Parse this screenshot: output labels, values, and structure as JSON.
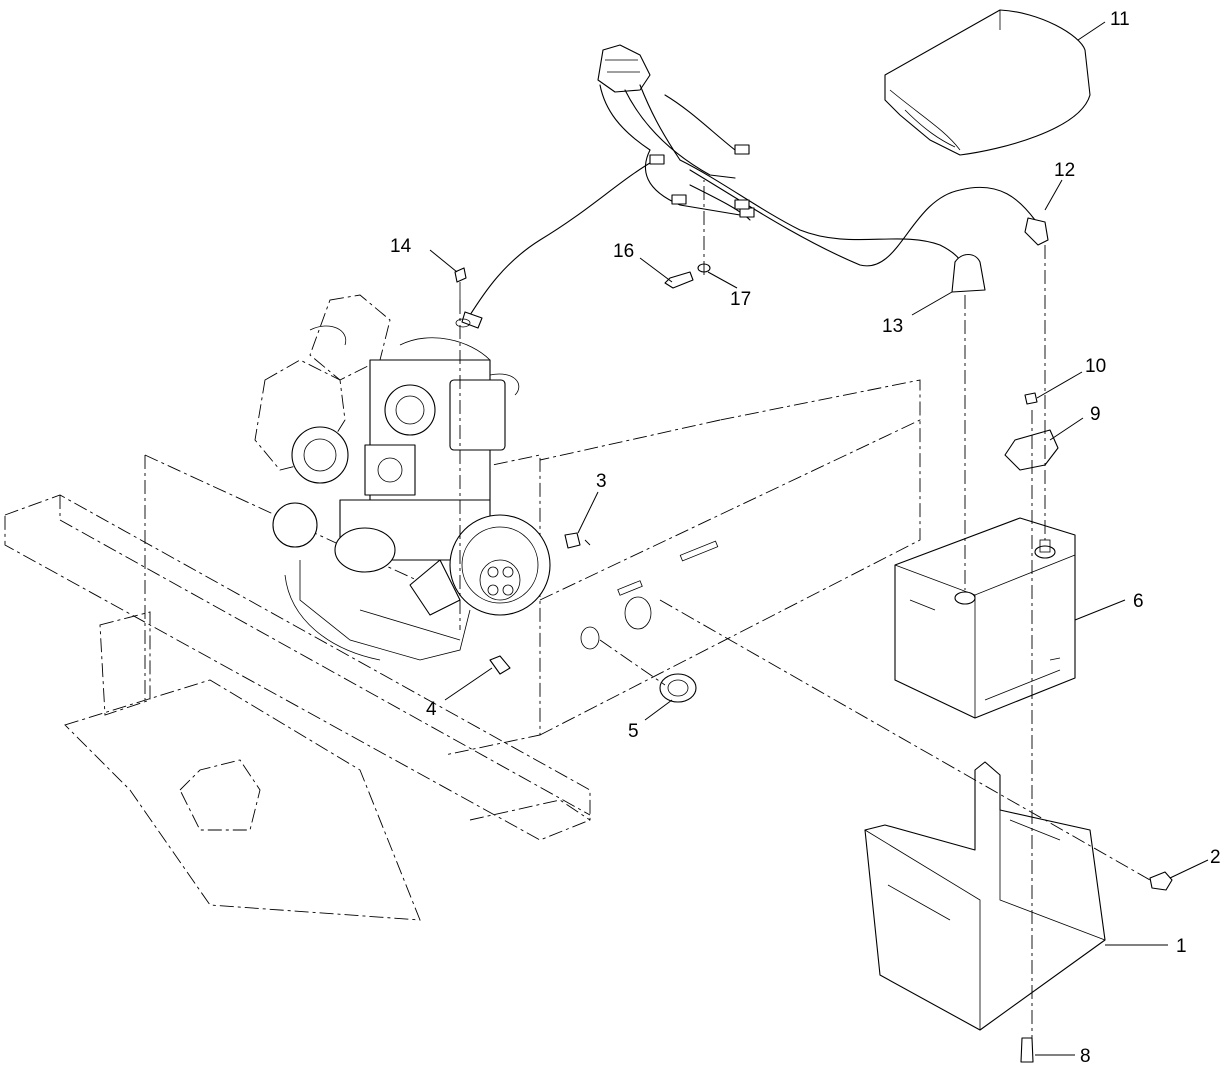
{
  "callouts": [
    "1",
    "2",
    "3",
    "4",
    "5",
    "6",
    "8",
    "9",
    "10",
    "11",
    "12",
    "13",
    "14",
    "16",
    "17"
  ]
}
